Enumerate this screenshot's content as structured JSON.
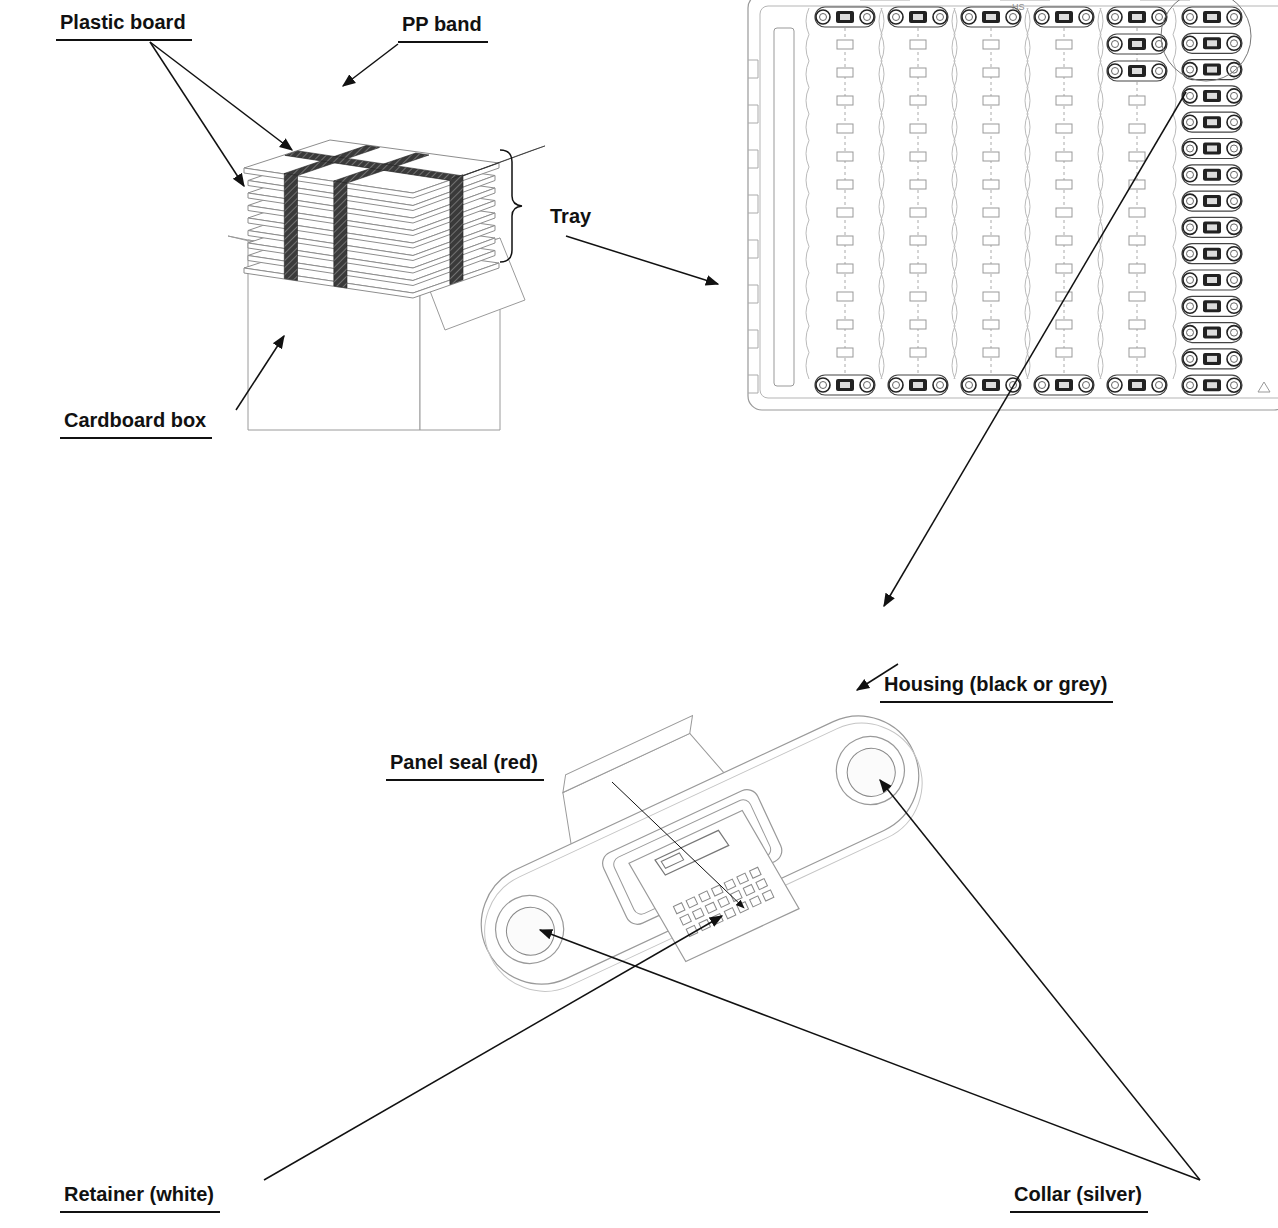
{
  "diagram": {
    "labels": [
      "Plastic board",
      "PP band",
      "Tray",
      "Cardboard box",
      "HS",
      "Housing (black or grey)",
      "Panel seal (red)",
      "Retainer (white)",
      "Collar (silver)"
    ]
  }
}
